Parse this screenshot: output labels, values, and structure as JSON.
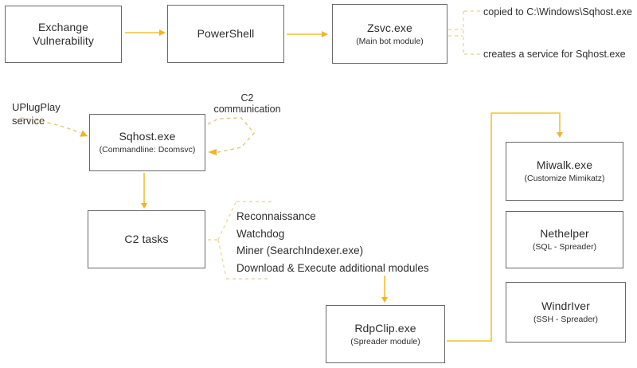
{
  "diagram": {
    "title_hint": "malware-infection-flow",
    "nodes": {
      "exchange": {
        "title": "Exchange Vulnerability"
      },
      "powershell": {
        "title": "PowerShell"
      },
      "zsvc": {
        "title": "Zsvc.exe",
        "subtitle": "(Main bot module)"
      },
      "sqhost": {
        "title": "Sqhost.exe",
        "subtitle": "(Commandline: Dcomsvc)"
      },
      "c2tasks": {
        "title": "C2 tasks"
      },
      "rdpclip": {
        "title": "RdpClip.exe",
        "subtitle": "(Spreader module)"
      },
      "miwalk": {
        "title": "Miwalk.exe",
        "subtitle": "(Customize Mimikatz)"
      },
      "nethelper": {
        "title": "Nethelper",
        "subtitle": "(SQL - Spreader)"
      },
      "windriver": {
        "title": "WindrIver",
        "subtitle": "(SSH - Spreader)"
      }
    },
    "annotations": {
      "copied": "copied to C:\\Windows\\Sqhost.exe",
      "creates_service": "creates a service for Sqhost.exe",
      "uplugplay": "UPlugPlay service",
      "c2_communication": "C2 communication",
      "tasks": [
        "Reconnaissance",
        "Watchdog",
        "Miner (SearchIndexer.exe)",
        "Download & Execute additional modules"
      ]
    },
    "colors": {
      "arrow": "#f1c232",
      "arrowhead": "#f0b429",
      "dashed": "#ecd9a1",
      "dashed_dark": "#e3c77a",
      "box_border": "#6a6a6a",
      "text": "#2e2e2e"
    }
  }
}
